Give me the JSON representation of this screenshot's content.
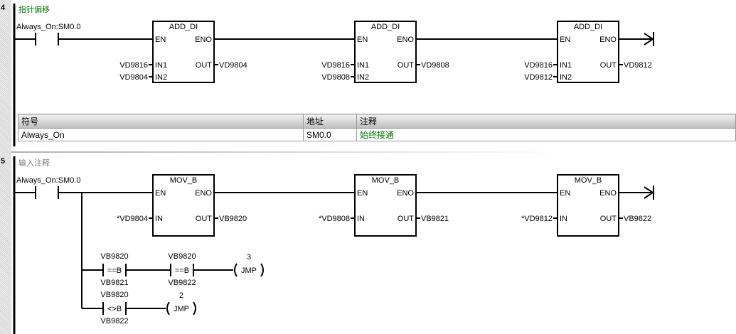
{
  "colors": {
    "comment_green": "#008000",
    "comment_gray": "#808080",
    "jmp_label": "#808000"
  },
  "networks": [
    {
      "number": "4",
      "comment": "指针偏移",
      "contact": "Always_On:SM0.0",
      "boxes": [
        {
          "title": "ADD_DI",
          "en": "EN",
          "eno": "ENO",
          "inputs": [
            {
              "pin": "IN1",
              "operand": "VD9816"
            },
            {
              "pin": "IN2",
              "operand": "VD9804"
            }
          ],
          "out_pin": "OUT",
          "out": "VD9804"
        },
        {
          "title": "ADD_DI",
          "en": "EN",
          "eno": "ENO",
          "inputs": [
            {
              "pin": "IN1",
              "operand": "VD9816"
            },
            {
              "pin": "IN2",
              "operand": "VD9808"
            }
          ],
          "out_pin": "OUT",
          "out": "VD9808"
        },
        {
          "title": "ADD_DI",
          "en": "EN",
          "eno": "ENO",
          "inputs": [
            {
              "pin": "IN1",
              "operand": "VD9816"
            },
            {
              "pin": "IN2",
              "operand": "VD9812"
            }
          ],
          "out_pin": "OUT",
          "out": "VD9812"
        }
      ],
      "symbol_table": {
        "headers": [
          "符号",
          "地址",
          "注释"
        ],
        "rows": [
          [
            "Always_On",
            "SM0.0",
            "始终接通"
          ]
        ]
      }
    },
    {
      "number": "5",
      "comment": "输入注释",
      "contact": "Always_On:SM0.0",
      "boxes": [
        {
          "title": "MOV_B",
          "en": "EN",
          "eno": "ENO",
          "inputs": [
            {
              "pin": "IN",
              "operand": "*VD9804"
            }
          ],
          "out_pin": "OUT",
          "out": "VB9820"
        },
        {
          "title": "MOV_B",
          "en": "EN",
          "eno": "ENO",
          "inputs": [
            {
              "pin": "IN",
              "operand": "*VD9808"
            }
          ],
          "out_pin": "OUT",
          "out": "VB9821"
        },
        {
          "title": "MOV_B",
          "en": "EN",
          "eno": "ENO",
          "inputs": [
            {
              "pin": "IN",
              "operand": "*VD9812"
            }
          ],
          "out_pin": "OUT",
          "out": "VB9822"
        }
      ],
      "branches": [
        {
          "compares": [
            {
              "top": "VB9820",
              "op": "==B",
              "bottom": "VB9821"
            },
            {
              "top": "VB9820",
              "op": "==B",
              "bottom": "VB9822"
            }
          ],
          "coil": "JMP",
          "coil_label": "3"
        },
        {
          "compares": [
            {
              "top": "VB9820",
              "op": "<>B",
              "bottom": "VB9822"
            }
          ],
          "coil": "JMP",
          "coil_label": "2"
        }
      ]
    }
  ]
}
